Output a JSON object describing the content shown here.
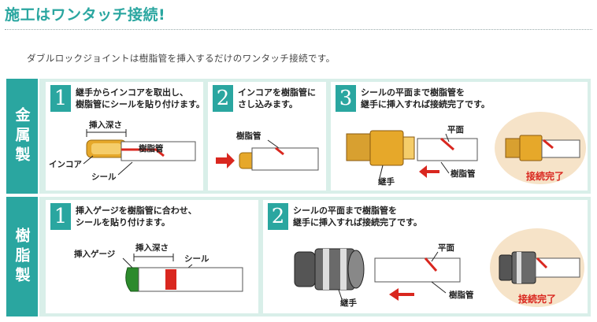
{
  "heading": "施工はワンタッチ接続!",
  "intro": "ダブルロックジョイントは樹脂管を挿入するだけのワンタッチ接続です。",
  "metal": {
    "side_label": "金属製",
    "steps": [
      {
        "num": "1",
        "text": "継手からインコアを取出し、\n樹脂管にシールを貼り付けます。",
        "labels": {
          "depth": "挿入深さ",
          "pipe": "樹脂管",
          "incore": "インコア",
          "seal": "シール"
        }
      },
      {
        "num": "2",
        "text": "インコアを樹脂管に\nさし込みます。",
        "labels": {
          "pipe": "樹脂管"
        }
      },
      {
        "num": "3",
        "text": "シールの平面まで樹脂管を\n継手に挿入すれば接続完了です。",
        "labels": {
          "flat": "平面",
          "pipe": "樹脂管",
          "fitting": "継手",
          "done": "接続完了"
        }
      }
    ]
  },
  "resin": {
    "side_label": "樹脂製",
    "steps": [
      {
        "num": "1",
        "text": "挿入ゲージを樹脂管に合わせ、\nシールを貼り付けます。",
        "labels": {
          "gauge": "挿入ゲージ",
          "depth": "挿入深さ",
          "seal": "シール"
        }
      },
      {
        "num": "2",
        "text": "シールの平面まで樹脂管を\n継手に挿入すれば接続完了です。",
        "labels": {
          "flat": "平面",
          "pipe": "樹脂管",
          "fitting": "継手",
          "done": "接続完了"
        }
      }
    ]
  },
  "colors": {
    "accent": "#2aa6a0",
    "band": "#d9efe9",
    "arrow": "#d9271f",
    "brass": "#e6a82a",
    "done_text": "#d9271f"
  }
}
